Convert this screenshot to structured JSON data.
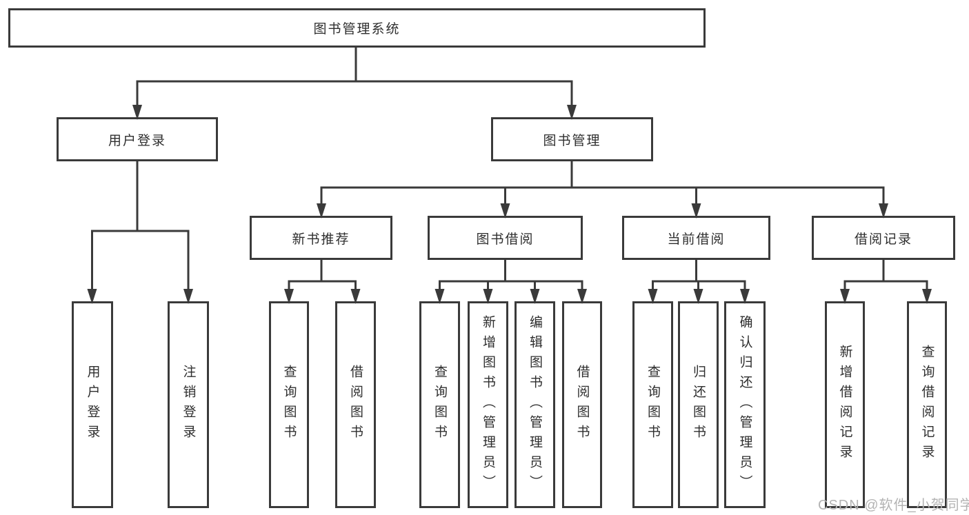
{
  "diagram": {
    "type": "hierarchy-tree",
    "colors": {
      "line": "#3a3a3a",
      "box_border": "#3a3a3a",
      "box_fill": "#ffffff",
      "text": "#2e2e2e",
      "watermark": "#b3b3b3"
    },
    "tree": {
      "label": "图书管理系统",
      "children": [
        {
          "label": "用户登录",
          "children": [
            {
              "label": "用户登录"
            },
            {
              "label": "注销登录"
            }
          ]
        },
        {
          "label": "图书管理",
          "children": [
            {
              "label": "新书推荐",
              "children": [
                {
                  "label": "查询图书"
                },
                {
                  "label": "借阅图书"
                }
              ]
            },
            {
              "label": "图书借阅",
              "children": [
                {
                  "label": "查询图书"
                },
                {
                  "label": "新增图书（管理员）"
                },
                {
                  "label": "编辑图书（管理员）"
                },
                {
                  "label": "借阅图书"
                }
              ]
            },
            {
              "label": "当前借阅",
              "children": [
                {
                  "label": "查询图书"
                },
                {
                  "label": "归还图书"
                },
                {
                  "label": "确认归还（管理员）"
                }
              ]
            },
            {
              "label": "借阅记录",
              "children": [
                {
                  "label": "新增借阅记录"
                },
                {
                  "label": "查询借阅记录"
                }
              ]
            }
          ]
        }
      ]
    },
    "watermark": {
      "text": "CSDN @软件_小贺同学"
    }
  }
}
